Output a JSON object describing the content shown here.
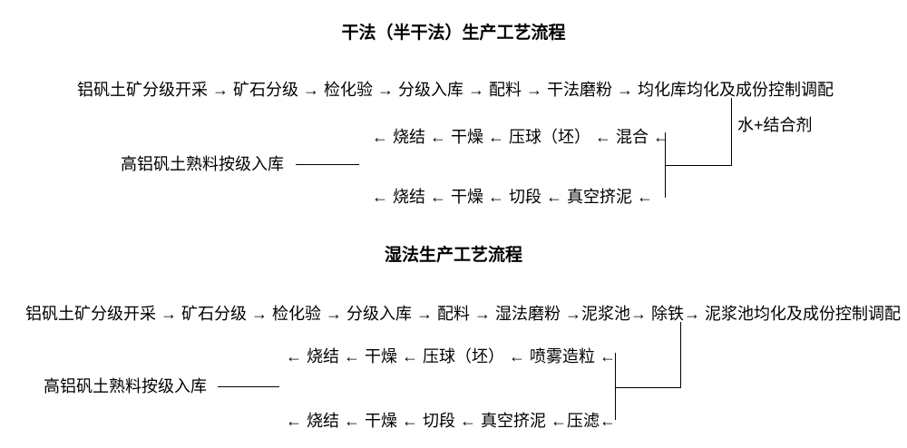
{
  "document": {
    "background_color": "#ffffff",
    "text_color": "#000000",
    "line_color": "#000000"
  },
  "dry_section": {
    "title": "干法（半干法）生产工艺流程",
    "main_flow_steps": [
      "铝矾土矿分级开采",
      "矿石分级",
      "检化验",
      "分级入库",
      "配料",
      "干法磨粉",
      "均化库均化及成份控制调配"
    ],
    "main_flow": "铝矾土矿分级开采 → 矿石分级 → 检化验 → 分级入库 → 配料 → 干法磨粉 → 均化库均化及成份控制调配",
    "additive_label": "水+结合剂",
    "upper_return_flow_steps": [
      "烧结",
      "干燥",
      "压球（坯）",
      "混合"
    ],
    "upper_return_flow": "← 烧结 ← 干燥 ← 压球（坯） ← 混合 ←",
    "storage_label": "高铝矾土熟料按级入库",
    "lower_return_flow_steps": [
      "烧结",
      "干燥",
      "切段",
      "真空挤泥"
    ],
    "lower_return_flow": "← 烧结 ← 干燥 ← 切段 ← 真空挤泥 ←"
  },
  "wet_section": {
    "title": "湿法生产工艺流程",
    "main_flow_steps": [
      "铝矾土矿分级开采",
      "矿石分级",
      "检化验",
      "分级入库",
      "配料",
      "湿法磨粉",
      "泥浆池",
      "除铁",
      "泥浆池均化及成份控制调配"
    ],
    "main_flow": "铝矾土矿分级开采 → 矿石分级 → 检化验 → 分级入库 → 配料 → 湿法磨粉 →泥浆池→ 除铁→ 泥浆池均化及成份控制调配",
    "upper_return_flow_steps": [
      "烧结",
      "干燥",
      "压球（坯）",
      "喷雾造粒"
    ],
    "upper_return_flow": "← 烧结 ← 干燥 ← 压球（坯） ← 喷雾造粒 ←",
    "storage_label": "高铝矾土熟料按级入库",
    "lower_return_flow_steps": [
      "烧结",
      "干燥",
      "切段",
      "真空挤泥",
      "压滤"
    ],
    "lower_return_flow": "← 烧结 ← 干燥 ← 切段 ← 真空挤泥 ←压滤←"
  }
}
